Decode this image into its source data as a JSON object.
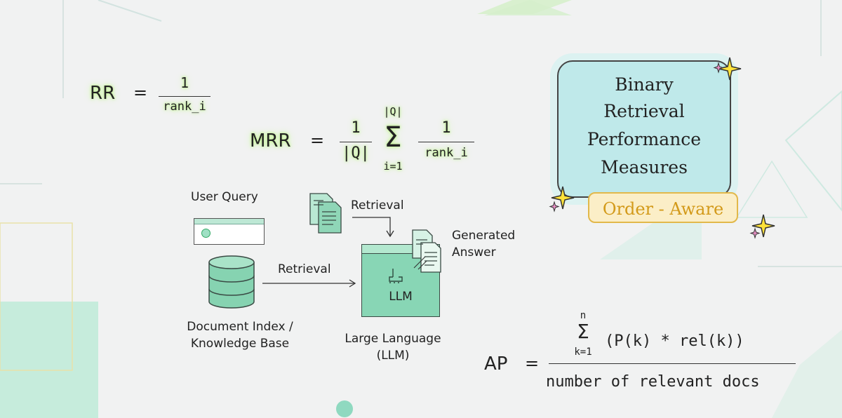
{
  "rr": {
    "lhs": "RR",
    "eq": "=",
    "numerator": "1",
    "denominator": "rank_i"
  },
  "mrr": {
    "lhs": "MRR",
    "eq": "=",
    "numerator": "1",
    "denominator": "|Q|",
    "sum_upper": "|Q|",
    "sum_symbol": "Σ",
    "sum_lower": "i=1",
    "inner_numerator": "1",
    "inner_denominator": "rank_i"
  },
  "ap": {
    "lhs": "AP",
    "eq": "=",
    "sum_upper": "n",
    "sum_symbol": "Σ",
    "sum_lower": "k=1",
    "numerator": "(P(k) * rel(k))",
    "denominator": "number of relevant docs"
  },
  "diagram": {
    "user_query": "User Query",
    "document_index_line1": "Document Index /",
    "document_index_line2": "Knowledge Base",
    "retrieval_top": "Retrieval",
    "retrieval_mid": "Retrieval",
    "generated_answer_line1": "Generated",
    "generated_answer_line2": "Answer",
    "llm_box_label": "LLM",
    "llm_caption_line1": "Large Language",
    "llm_caption_line2": "(LLM)"
  },
  "card": {
    "title_line1": "Binary",
    "title_line2": "Retrieval",
    "title_line3": "Performance",
    "title_line4": "Measures",
    "tag": "Order - Aware"
  },
  "colors": {
    "mint": "#7fd3b0",
    "mint_light": "#b8ecd6",
    "card_fill": "#bfe9ea",
    "tag_fill": "#fbeec7",
    "tag_border": "#e2b84a",
    "tag_text": "#d39a1a",
    "sparkle_yellow": "#ffe23a"
  }
}
